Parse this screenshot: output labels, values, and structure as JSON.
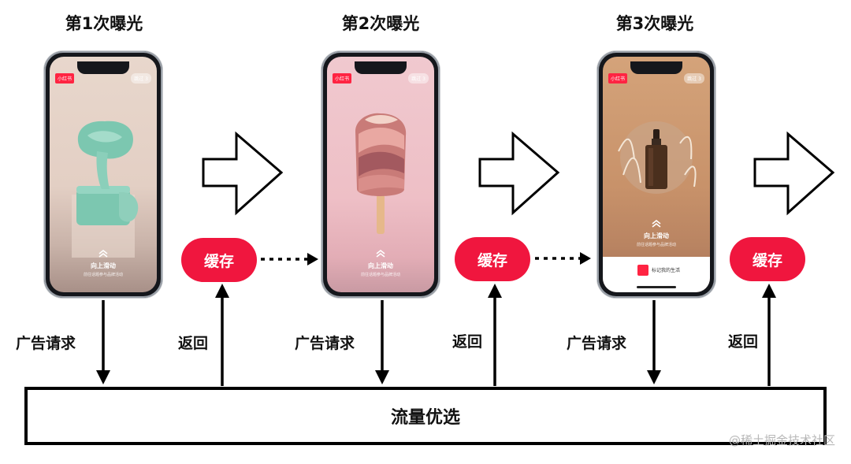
{
  "exposures": [
    {
      "title": "第1次曝光",
      "request_label": "广告请求",
      "return_label": "返回",
      "cache_label": "缓存",
      "ad": {
        "brand_tag": "小红书",
        "skip": "跳过 3",
        "swipe_title": "向上滑动",
        "swipe_sub": "前往话题参与品牌活动"
      }
    },
    {
      "title": "第2次曝光",
      "request_label": "广告请求",
      "return_label": "返回",
      "cache_label": "缓存",
      "ad": {
        "brand_tag": "小红书",
        "skip": "跳过 3",
        "swipe_title": "向上滑动",
        "swipe_sub": "前往话题参与品牌活动"
      }
    },
    {
      "title": "第3次曝光",
      "request_label": "广告请求",
      "return_label": "返回",
      "cache_label": "缓存",
      "ad": {
        "brand_tag": "小红书",
        "skip": "跳过 3",
        "swipe_title": "向上滑动",
        "swipe_sub": "前往话题参与品牌活动",
        "bottom_text": "标记我的生活"
      }
    }
  ],
  "pool_label": "流量优选",
  "watermark": "@稀土掘金技术社区",
  "colors": {
    "cache_pill": "#f0163e",
    "brand_red": "#ff2442",
    "arrow": "#000000"
  }
}
